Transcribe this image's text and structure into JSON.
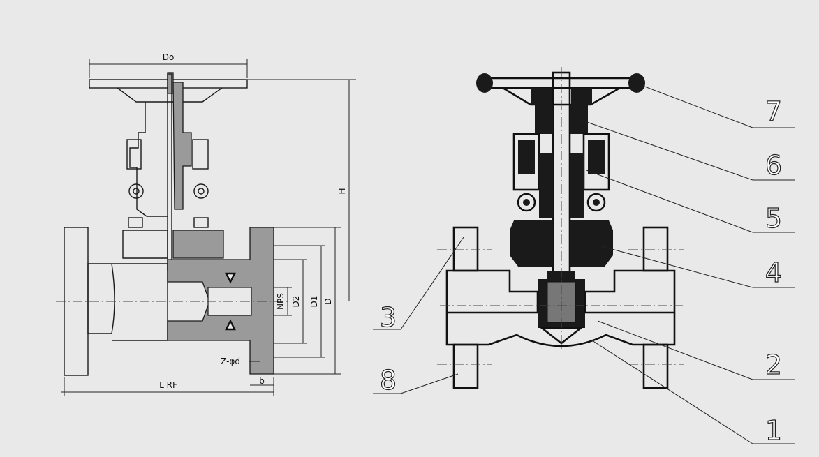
{
  "dimensions": {
    "do": "Do",
    "h": "H",
    "d": "D",
    "d1": "D1",
    "d2": "D2",
    "nps": "NPS",
    "z_phi_d": "Z-φd",
    "b": "b",
    "l_rf": "L RF"
  },
  "part_numbers": [
    "7",
    "6",
    "5",
    "4",
    "3",
    "2",
    "8",
    "1"
  ]
}
